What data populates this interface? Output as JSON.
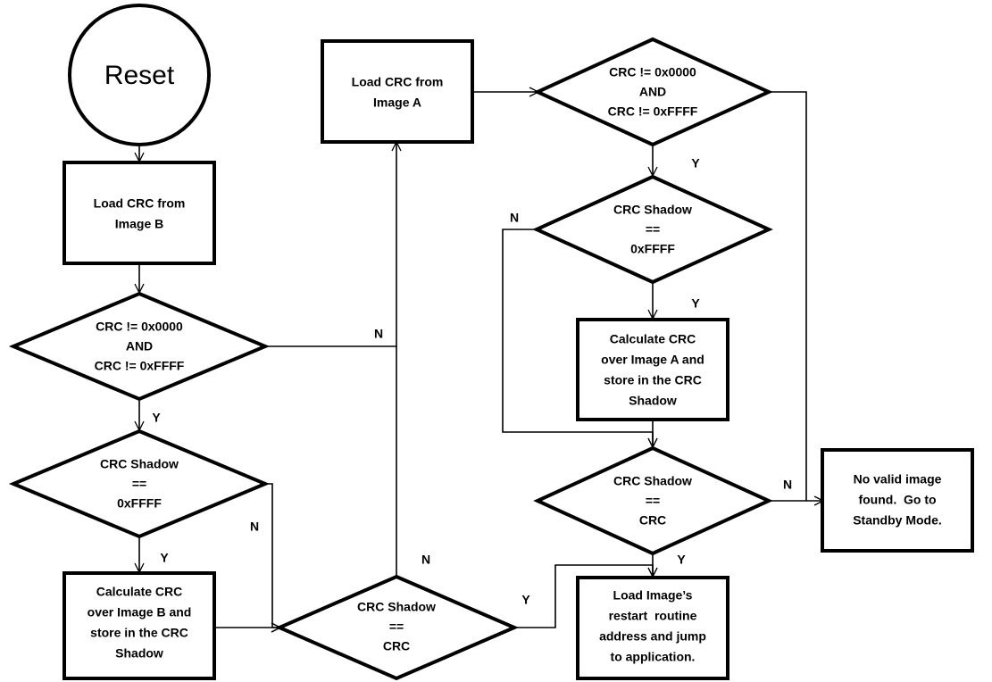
{
  "diagram": {
    "title": "CRC bootloader image validation flowchart",
    "background_color": "#FFFFFF",
    "stroke_color": "#000000",
    "connector_color": "#000000"
  },
  "nodes": {
    "reset": {
      "label": "Reset",
      "shape": "circle"
    },
    "load_crc_image_b": {
      "line1": "Load CRC from",
      "line2": "Image B",
      "shape": "process"
    },
    "decision_crc_b_valid": {
      "line1": "CRC != 0x0000",
      "line2": "AND",
      "line3": "CRC != 0xFFFF",
      "shape": "decision"
    },
    "decision_shadow_b_ffff": {
      "line1": "CRC Shadow",
      "line2": "==",
      "line3": "0xFFFF",
      "shape": "decision"
    },
    "calc_crc_image_b": {
      "line1": "Calculate CRC",
      "line2": "over Image B and",
      "line3": "store in the CRC",
      "line4": "Shadow",
      "shape": "process"
    },
    "decision_shadow_eq_crc_b": {
      "line1": "CRC Shadow",
      "line2": "==",
      "line3": "CRC",
      "shape": "decision"
    },
    "load_crc_image_a": {
      "line1": "Load CRC from",
      "line2": "Image A",
      "shape": "process"
    },
    "decision_crc_a_valid": {
      "line1": "CRC != 0x0000",
      "line2": "AND",
      "line3": "CRC != 0xFFFF",
      "shape": "decision"
    },
    "decision_shadow_a_ffff": {
      "line1": "CRC Shadow",
      "line2": "==",
      "line3": "0xFFFF",
      "shape": "decision"
    },
    "calc_crc_image_a": {
      "line1": "Calculate CRC",
      "line2": "over Image A and",
      "line3": "store in the CRC",
      "line4": "Shadow",
      "shape": "process"
    },
    "decision_shadow_eq_crc_a": {
      "line1": "CRC Shadow",
      "line2": "==",
      "line3": "CRC",
      "shape": "decision"
    },
    "no_valid_image": {
      "line1": "No valid image",
      "line2": "found.  Go to",
      "line3": "Standby Mode.",
      "shape": "process"
    },
    "load_restart_vector": {
      "line1": "Load Image’s",
      "line2": "restart  routine",
      "line3": "address and jump",
      "line4": "to application.",
      "shape": "process"
    }
  },
  "edge_labels": {
    "crc_b_valid_no": "N",
    "crc_b_valid_yes": "Y",
    "shadow_b_ffff_no": "N",
    "shadow_b_ffff_yes": "Y",
    "shadow_eq_crc_b_no": "N",
    "shadow_eq_crc_b_yes": "Y",
    "crc_a_valid_yes": "Y",
    "shadow_a_ffff_no": "N",
    "shadow_a_ffff_yes": "Y",
    "shadow_eq_crc_a_no": "N",
    "shadow_eq_crc_a_yes": "Y"
  }
}
